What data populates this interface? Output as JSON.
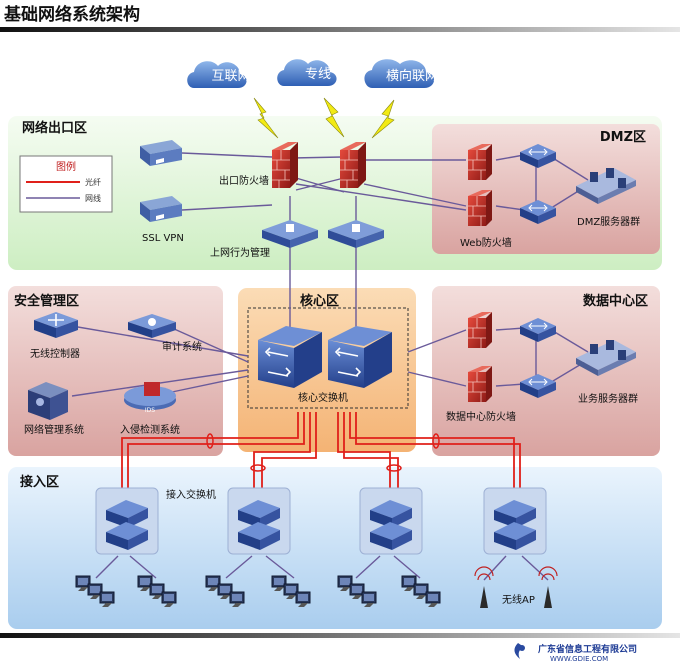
{
  "header": {
    "title": "基础网络系统架构"
  },
  "clouds": {
    "internet": "互联网",
    "leased_line": "专线",
    "horizontal_link": "横向联网"
  },
  "zones": {
    "egress": "网络出口区",
    "dmz": "DMZ区",
    "security": "安全管理区",
    "core": "核心区",
    "datacenter": "数据中心区",
    "access": "接入区"
  },
  "legend": {
    "title": "图例",
    "fiber": "光纤",
    "cable": "网线"
  },
  "labels": {
    "ssl_vpn": "SSL VPN",
    "egress_firewall": "出口防火墙",
    "behavior_mgmt": "上网行为管理",
    "web_firewall": "Web防火墙",
    "dmz_servers": "DMZ服务器群",
    "wireless_controller": "无线控制器",
    "audit_system": "审计系统",
    "network_mgmt": "网络管理系统",
    "ids": "入侵检测系统",
    "ids_badge": "IDS",
    "core_switch": "核心交换机",
    "dc_firewall": "数据中心防火墙",
    "biz_servers": "业务服务器群",
    "access_switch": "接入交换机",
    "wireless_ap": "无线AP"
  },
  "footer": {
    "company": "广东省信息工程有限公司",
    "url": "WWW.GDIE.COM"
  },
  "colors": {
    "fiber": "#e0201a",
    "cable": "#6a5a9a",
    "egress_bg": "#dff5d8",
    "dmz_bg": "#e7c2c0",
    "security_bg": "#ebc6c4",
    "core_bg": "#f8cc9a",
    "datacenter_bg": "#e7c2c0",
    "access_bg": "#c8e2f7",
    "switch": "#3a5aa8",
    "firewall": "#c0282a"
  },
  "icons": [
    "cloud-icon",
    "lightning-icon",
    "firewall-icon",
    "switch-icon",
    "server-icon",
    "computer-icon",
    "antenna-icon",
    "lock-icon",
    "logo-icon"
  ]
}
